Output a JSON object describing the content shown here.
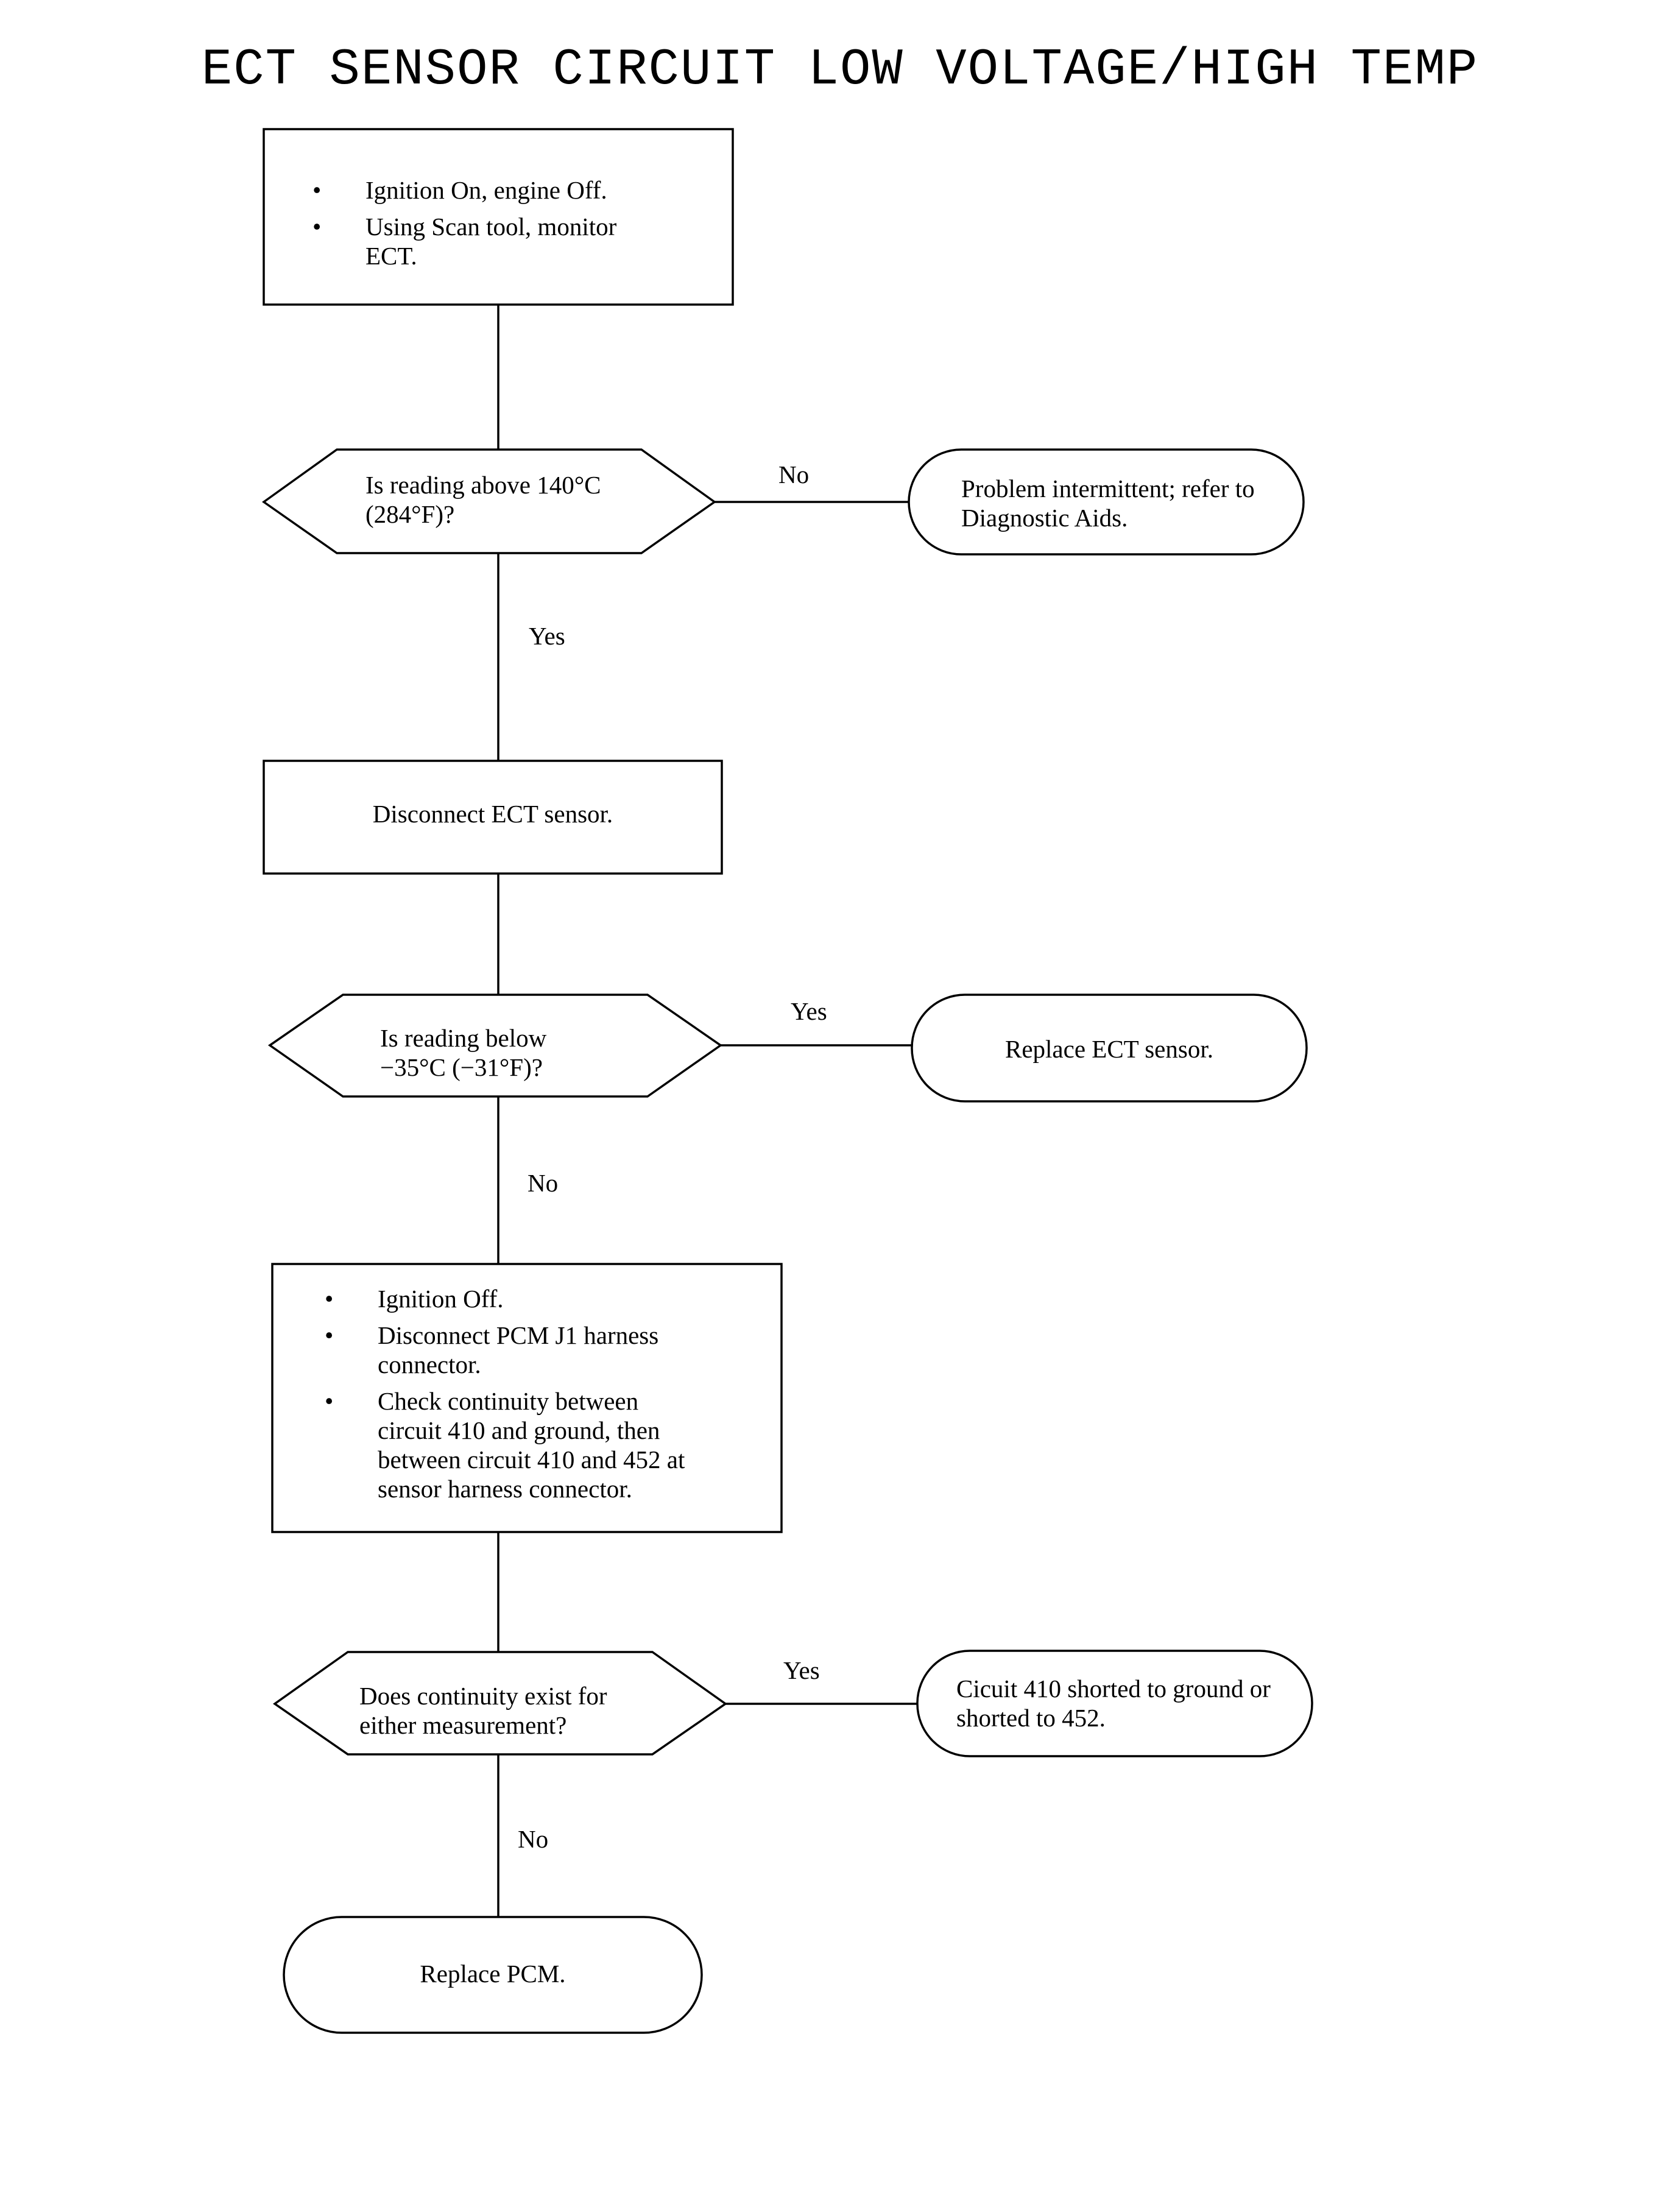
{
  "title": "ECT SENSOR CIRCUIT LOW VOLTAGE/HIGH TEMP",
  "steps": {
    "step1": {
      "bullets": [
        "Ignition On, engine Off.",
        "Using Scan tool, monitor ECT."
      ]
    },
    "decision1": {
      "question": "Is reading above 140°C (284°F)?",
      "no_label": "No",
      "yes_label": "Yes"
    },
    "result1": {
      "text": "Problem intermittent; refer to Diagnostic Aids."
    },
    "step2": {
      "text": "Disconnect ECT sensor."
    },
    "decision2": {
      "question": "Is reading below −35°C (−31°F)?",
      "yes_label": "Yes",
      "no_label": "No"
    },
    "result2": {
      "text": "Replace ECT sensor."
    },
    "step3": {
      "bullets": [
        "Ignition Off.",
        "Disconnect PCM J1 harness connector.",
        "Check continuity between circuit 410 and ground, then between circuit 410 and 452 at sensor harness connector."
      ]
    },
    "decision3": {
      "question": "Does continuity exist for either measurement?",
      "yes_label": "Yes",
      "no_label": "No"
    },
    "result3": {
      "text": "Cicuit 410 shorted to ground or shorted to 452."
    },
    "result4": {
      "text": "Replace PCM."
    }
  }
}
